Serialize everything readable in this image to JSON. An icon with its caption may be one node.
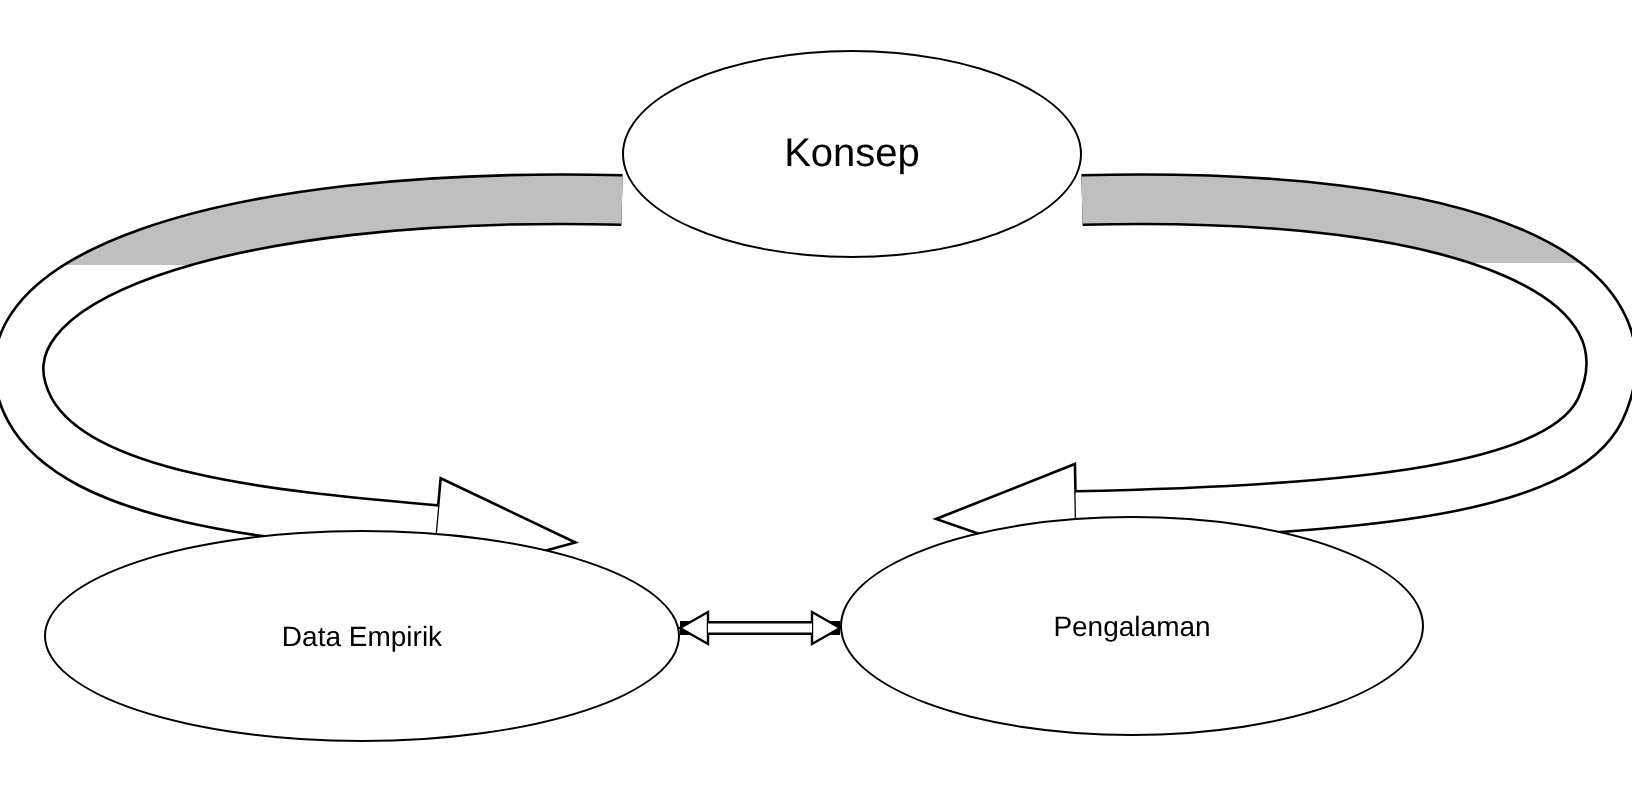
{
  "diagram": {
    "nodes": [
      {
        "text": [
          "Konsep"
        ]
      },
      {
        "text": [
          "Data Empirik"
        ]
      },
      {
        "text": [
          "Pengalaman"
        ]
      }
    ],
    "edges": [
      {
        "from": 0,
        "to": 1,
        "arrow": "to"
      },
      {
        "from": 0,
        "to": 2,
        "arrow": "to"
      },
      {
        "from": 1,
        "to": 2,
        "arrow": "both"
      }
    ]
  }
}
